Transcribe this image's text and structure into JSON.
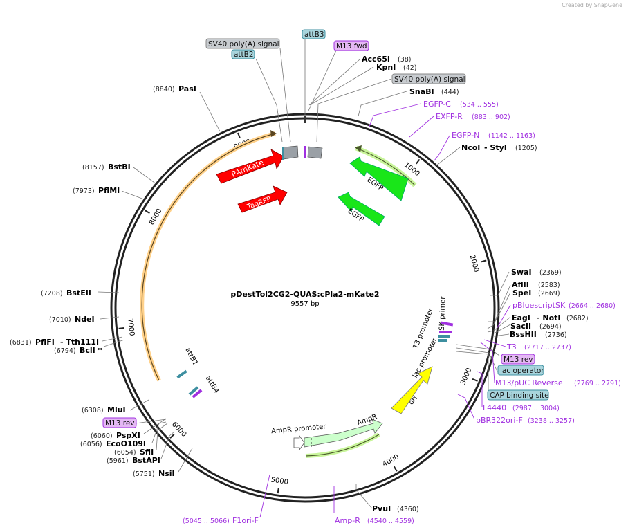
{
  "credit": "Created by SnapGene",
  "map": {
    "name": "pDestTol2CG2-QUAS:cPla2-mKate2",
    "length": "9557 bp"
  },
  "ticks": [
    "1000",
    "2000",
    "3000",
    "4000",
    "5000",
    "6000",
    "7000",
    "8000",
    "9000"
  ],
  "enzymes": [
    {
      "name": "Acc65I",
      "pos": "(38)"
    },
    {
      "name": "KpnI",
      "pos": "(42)"
    },
    {
      "name": "SnaBI",
      "pos": "(444)"
    },
    {
      "name": "NcoI",
      "pos": "(1205)",
      "extra": "- StyI"
    },
    {
      "name": "SwaI",
      "pos": "(2369)"
    },
    {
      "name": "AflII",
      "pos": "(2583)"
    },
    {
      "name": "SpeI",
      "pos": "(2669)"
    },
    {
      "name": "EagI",
      "pos": "(2682)",
      "extra": "- NotI"
    },
    {
      "name": "SacII",
      "pos": "(2694)"
    },
    {
      "name": "BssHII",
      "pos": "(2736)"
    },
    {
      "name": "PvuI",
      "pos": "(4360)"
    },
    {
      "name": "NsiI",
      "pos": "(5751)"
    },
    {
      "name": "BstAPI",
      "pos": "(5961)"
    },
    {
      "name": "SfiI",
      "pos": "(6054)"
    },
    {
      "name": "EcoO109I",
      "pos": "(6056)"
    },
    {
      "name": "PspXI",
      "pos": "(6060)"
    },
    {
      "name": "MluI",
      "pos": "(6308)"
    },
    {
      "name": "BclI *",
      "pos": "(6794)"
    },
    {
      "name": "PflFI",
      "pos": "(6831)",
      "extra": "- Tth111I"
    },
    {
      "name": "NdeI",
      "pos": "(7010)"
    },
    {
      "name": "BstEII",
      "pos": "(7208)"
    },
    {
      "name": "PflMI",
      "pos": "(7973)"
    },
    {
      "name": "BstBI",
      "pos": "(8157)"
    },
    {
      "name": "PasI",
      "pos": "(8840)"
    }
  ],
  "primers": [
    {
      "name": "EGFP-C",
      "range": "(534 .. 555)"
    },
    {
      "name": "EXFP-R",
      "range": "(883 .. 902)"
    },
    {
      "name": "EGFP-N",
      "range": "(1142 .. 1163)"
    },
    {
      "name": "pBluescriptSK",
      "range": "(2664 .. 2680)"
    },
    {
      "name": "T3",
      "range": "(2717 .. 2737)"
    },
    {
      "name": "M13/pUC Reverse",
      "range": "(2769 .. 2791)"
    },
    {
      "name": "L4440",
      "range": "(2987 .. 3004)"
    },
    {
      "name": "pBR322ori-F",
      "range": "(3238 .. 3257)"
    },
    {
      "name": "Amp-R",
      "range": "(4540 .. 4559)"
    },
    {
      "name": "F1ori-F",
      "range": "(5045 .. 5066)"
    }
  ],
  "boxed": {
    "attB3": "attB3",
    "sv40_left": "SV40 poly(A) signal",
    "attB2": "attB2",
    "m13fwd": "M13 fwd",
    "sv40_right": "SV40 poly(A) signal",
    "m13rev_right": "M13 rev",
    "lac_operator": "lac operator",
    "cap": "CAP binding site",
    "m13rev_left": "M13 rev"
  },
  "features": {
    "pamkate": "PAmKate",
    "tagrfp": "TagRFP",
    "egfp1": "EGFP",
    "egfp2": "EGFP",
    "ori": "ori",
    "ampr": "AmpR",
    "ampr_promoter": "AmpR promoter",
    "lac_promoter": "lac promoter",
    "t3_promoter": "T3 promoter",
    "sk_primer": "SK primer",
    "attb1": "attB1",
    "attb4": "attB4"
  },
  "colors": {
    "primer": "#a030e0",
    "feature_red": "#ff0000",
    "feature_green": "#19e619",
    "ori": "#ffff00",
    "ampr": "#ccffcc",
    "att": "#3d8fa0",
    "gray": "#9aa0a6"
  }
}
